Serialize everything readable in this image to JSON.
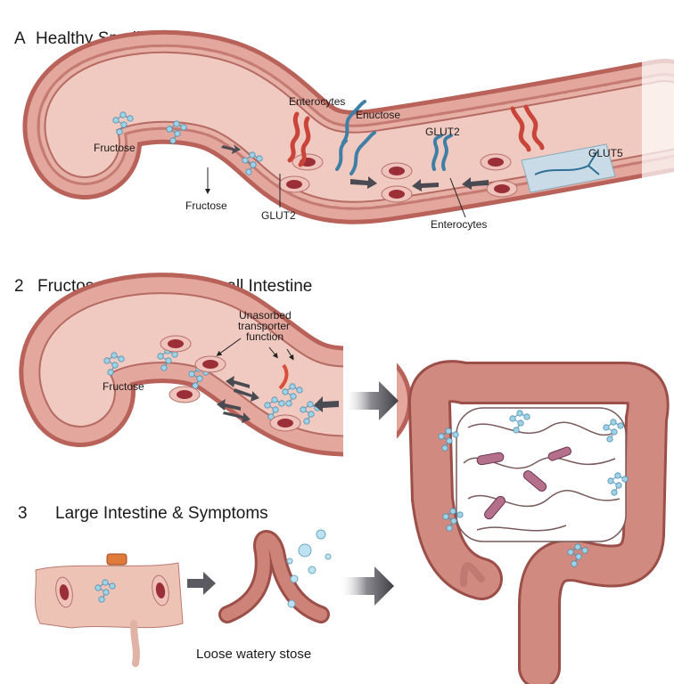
{
  "panel_a": {
    "letter": "A",
    "title": "Healthy Small Intestine",
    "labels": {
      "fructose_lumen": "Fructose",
      "fructose_below": "Fructose",
      "enterocytes_top": "Enterocytes",
      "enuctose": "Enuctose",
      "glut2_top": "GLUT2",
      "glut2_bottom": "GLUT2",
      "glut5": "GLUT5",
      "enterocytes_bottom": "Enterocytes"
    }
  },
  "panel_2": {
    "letter": "2",
    "title": "Fructose Intolerance: Small Intestine",
    "labels": {
      "fructose": "Fructose",
      "unabsorbed_line1": "Unasorbed",
      "unabsorbed_line2": "transporter",
      "unabsorbed_line3": "function"
    }
  },
  "panel_3": {
    "letter": "3",
    "title": "Large Intestine & Symptoms",
    "caption": "Loose watery stose"
  },
  "colors": {
    "tissue": "#e3a79d",
    "wall": "#b8625a",
    "lumen": "#f2cfc6",
    "molecule": "#8fc8de",
    "glut2": "#3f7fa6",
    "enterocyte_protein": "#c9453a",
    "arrow": "#4a4a52"
  }
}
